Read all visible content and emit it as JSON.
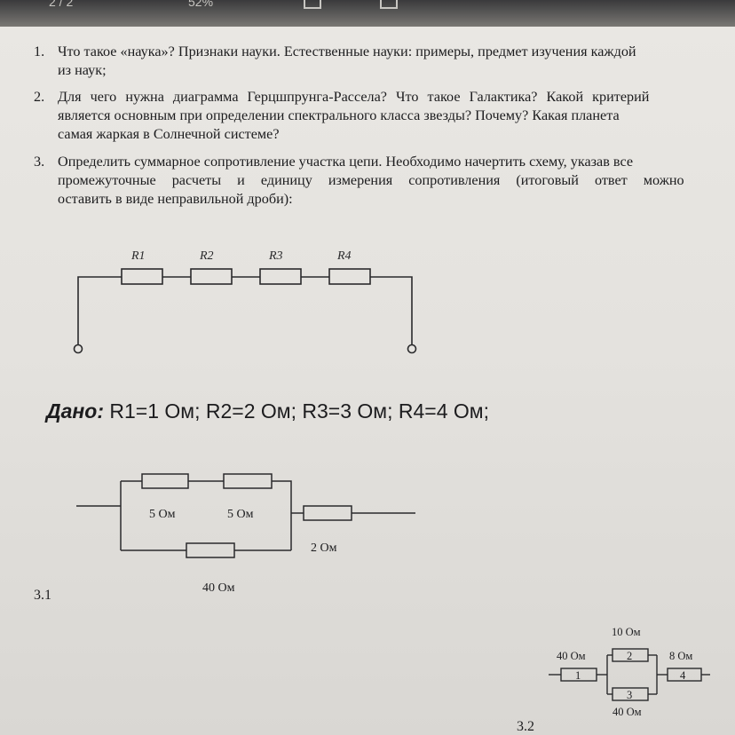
{
  "status_bar": {
    "left": "2 / 2",
    "center": "52%"
  },
  "questions": [
    {
      "number": "1.",
      "line1": "Что такое «наука»? Признаки науки. Естественные науки: примеры, предмет изучения каждой",
      "line2": "из наук;"
    },
    {
      "number": "2.",
      "line1": "Для чего нужна диаграмма Герцшпрунга-Рассела? Что такое Галактика? Какой критерий",
      "line2": "является основным при определении спектрального класса звезды? Почему? Какая планета",
      "line3": "самая жаркая в Солнечной системе?"
    },
    {
      "number": "3.",
      "line1": "Определить суммарное сопротивление участка цепи. Необходимо начертить схему, указав все",
      "line2": "промежуточные расчеты и единицу измерения сопротивления (итоговый ответ можно",
      "line3": "оставить в виде неправильной дроби):"
    }
  ],
  "circuit_series": {
    "r1": "R1",
    "r2": "R2",
    "r3": "R3",
    "r4": "R4"
  },
  "given": {
    "label": "Дано:",
    "text": "R1=1 Ом; R2=2 Ом; R3=3 Ом; R4=4 Ом;"
  },
  "circuit_3_1": {
    "label": "3.1",
    "top_left": "5 Ом",
    "top_right": "5 Ом",
    "series": "2 Ом",
    "bottom": "40 Ом"
  },
  "circuit_3_2": {
    "label": "3.2",
    "r1_value": "40 Ом",
    "r1_num": "1",
    "r2_value": "10 Ом",
    "r2_num": "2",
    "r3_value": "40 Ом",
    "r3_num": "3",
    "r4_value": "8 Ом",
    "r4_num": "4"
  }
}
